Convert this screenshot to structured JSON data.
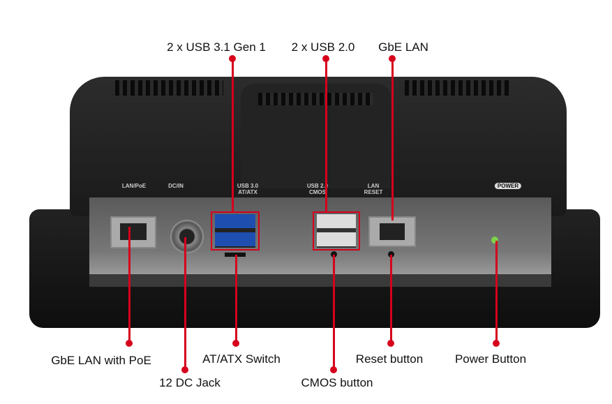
{
  "callouts_top": [
    "2 x USB 3.1 Gen 1",
    "2 x USB 2.0",
    "GbE LAN"
  ],
  "callouts_bottom": [
    "GbE LAN with PoE",
    "12 DC Jack",
    "AT/ATX Switch",
    "CMOS button",
    "Reset button",
    "Power Button"
  ],
  "panel_labels": {
    "lan_poe": "LAN/PoE",
    "dc_in": "DC/IN",
    "usb30": "USB 3.0",
    "at_atx": "AT/ATX",
    "usb20": "USB 2.0",
    "cmos": "CMOS",
    "lan": "LAN",
    "reset": "RESET",
    "power": "POWER"
  },
  "colors": {
    "callout": "#d6001c",
    "led": "#7cd34a"
  }
}
